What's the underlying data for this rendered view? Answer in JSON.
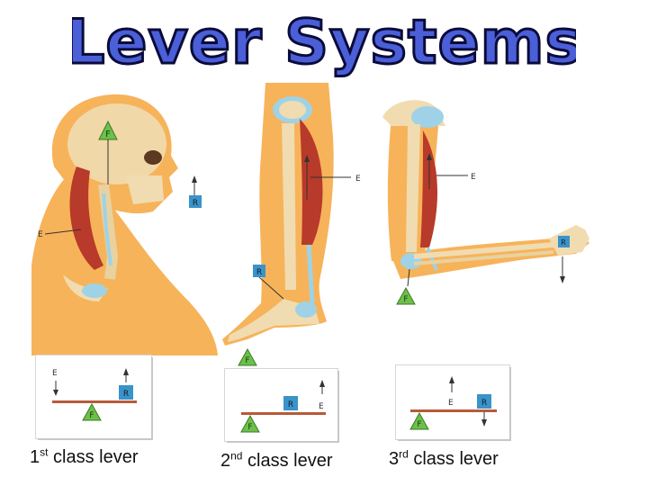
{
  "title": "Lever Systems",
  "colors": {
    "title_fill": "#4a5fd8",
    "title_outline": "#0b0b3a",
    "skin": "#f7b35a",
    "skin_light": "#fbd195",
    "bone": "#f0dcb0",
    "muscle": "#b83a2a",
    "tendon": "#9fd2e6",
    "fulcrum": "#6cc04a",
    "resistance": "#3a93c9",
    "beam": "#b85a3a"
  },
  "labels": {
    "fulcrum": "F",
    "effort": "E",
    "resistance": "R"
  },
  "levers": [
    {
      "id": "first",
      "anatomy": "head-neck",
      "caption_num": "1",
      "caption_sup": "st",
      "caption_text": " class lever"
    },
    {
      "id": "second",
      "anatomy": "leg-foot",
      "caption_num": "2",
      "caption_sup": "nd",
      "caption_text": " class lever"
    },
    {
      "id": "third",
      "anatomy": "arm-forearm",
      "caption_num": "3",
      "caption_sup": "rd",
      "caption_text": " class lever"
    }
  ]
}
